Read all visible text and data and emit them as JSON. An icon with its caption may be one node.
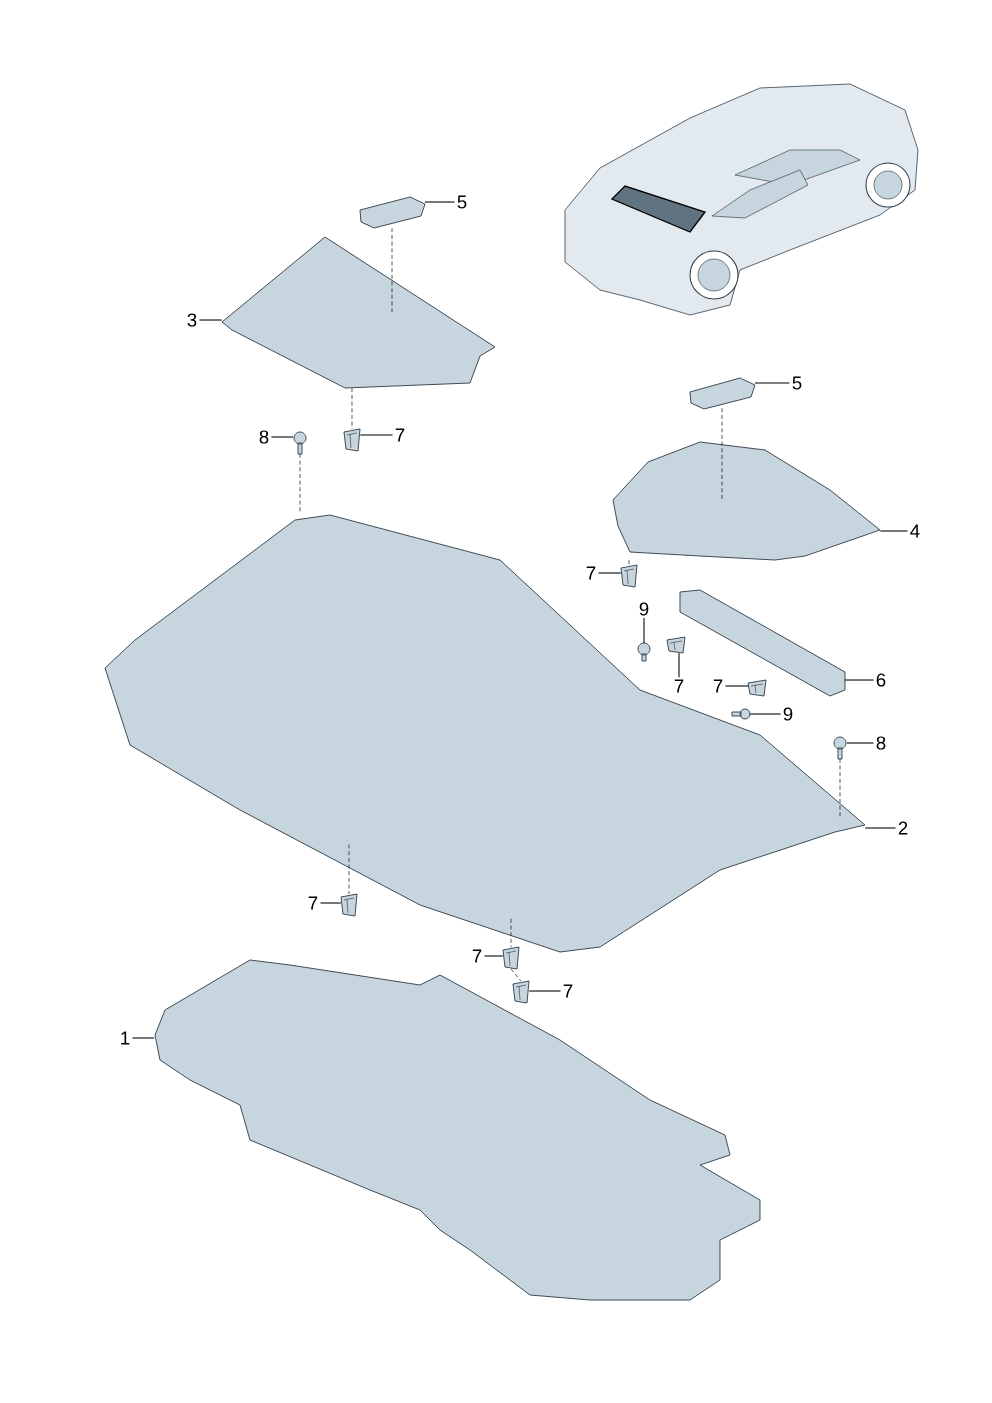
{
  "diagram": {
    "nodes": [
      {
        "text": [
          "5"
        ]
      },
      {
        "text": [],
        "shape": "picture"
      },
      {
        "text": [
          "3"
        ]
      },
      {
        "text": [],
        "shape": "picture"
      },
      {
        "text": [
          "7"
        ]
      },
      {
        "text": [],
        "shape": "picture"
      },
      {
        "text": [
          "8"
        ]
      },
      {
        "text": [],
        "shape": "picture"
      },
      {
        "text": [
          "5"
        ]
      },
      {
        "text": [],
        "shape": "picture"
      },
      {
        "text": [
          "4"
        ]
      },
      {
        "text": [],
        "shape": "picture"
      },
      {
        "text": [
          "7"
        ]
      },
      {
        "text": [],
        "shape": "picture"
      },
      {
        "text": [
          "9"
        ]
      },
      {
        "text": [],
        "shape": "picture"
      },
      {
        "text": [
          "7"
        ]
      },
      {
        "text": [],
        "shape": "picture"
      },
      {
        "text": [
          "6"
        ]
      },
      {
        "text": [],
        "shape": "picture"
      },
      {
        "text": [
          "7"
        ]
      },
      {
        "text": [],
        "shape": "picture"
      },
      {
        "text": [
          "9"
        ]
      },
      {
        "text": [],
        "shape": "picture"
      },
      {
        "text": [
          "8"
        ]
      },
      {
        "text": [],
        "shape": "picture"
      },
      {
        "text": [
          "2"
        ]
      },
      {
        "text": [],
        "shape": "picture"
      },
      {
        "text": [
          "7"
        ]
      },
      {
        "text": [],
        "shape": "picture"
      },
      {
        "text": [
          "7"
        ]
      },
      {
        "text": [],
        "shape": "picture"
      },
      {
        "text": [
          "7"
        ]
      },
      {
        "text": [],
        "shape": "picture"
      },
      {
        "text": [
          "1"
        ]
      },
      {
        "text": [],
        "shape": "picture"
      }
    ],
    "edges": [
      {
        "from": 0,
        "to": 1,
        "arrow": "none"
      },
      {
        "from": 2,
        "to": 3,
        "arrow": "none"
      },
      {
        "from": 4,
        "to": 5,
        "arrow": "none"
      },
      {
        "from": 6,
        "to": 7,
        "arrow": "none"
      },
      {
        "from": 8,
        "to": 9,
        "arrow": "none"
      },
      {
        "from": 10,
        "to": 11,
        "arrow": "none"
      },
      {
        "from": 12,
        "to": 13,
        "arrow": "none"
      },
      {
        "from": 14,
        "to": 15,
        "arrow": "none"
      },
      {
        "from": 16,
        "to": 17,
        "arrow": "none"
      },
      {
        "from": 18,
        "to": 19,
        "arrow": "none"
      },
      {
        "from": 20,
        "to": 21,
        "arrow": "none"
      },
      {
        "from": 22,
        "to": 23,
        "arrow": "none"
      },
      {
        "from": 24,
        "to": 25,
        "arrow": "none"
      },
      {
        "from": 26,
        "to": 27,
        "arrow": "none"
      },
      {
        "from": 28,
        "to": 29,
        "arrow": "none"
      },
      {
        "from": 30,
        "to": 31,
        "arrow": "none"
      },
      {
        "from": 32,
        "to": 33,
        "arrow": "none"
      },
      {
        "from": 34,
        "to": 35,
        "arrow": "none"
      },
      {
        "from": 1,
        "to": 3,
        "arrow": "none",
        "style": "dashed"
      },
      {
        "from": 9,
        "to": 11,
        "arrow": "none",
        "style": "dashed"
      },
      {
        "from": 3,
        "to": 5,
        "arrow": "none",
        "style": "dashed"
      },
      {
        "from": 11,
        "to": 13,
        "arrow": "none",
        "style": "dashed"
      },
      {
        "from": 7,
        "to": 27,
        "arrow": "none",
        "style": "dashed"
      },
      {
        "from": 25,
        "to": 27,
        "arrow": "none",
        "style": "dashed"
      },
      {
        "from": 27,
        "to": 29,
        "arrow": "none",
        "style": "dashed"
      },
      {
        "from": 27,
        "to": 31,
        "arrow": "none",
        "style": "dashed"
      },
      {
        "from": 31,
        "to": 33,
        "arrow": "none",
        "style": "dashed"
      }
    ]
  }
}
